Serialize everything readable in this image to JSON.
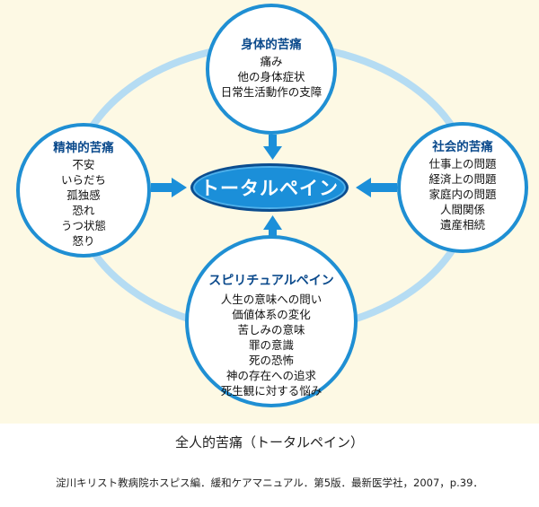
{
  "diagram": {
    "center": "トータルペイン",
    "nodes": {
      "physical": {
        "title": "身体的苦痛",
        "items": [
          "痛み",
          "他の身体症状",
          "日常生活動作の支障"
        ]
      },
      "mental": {
        "title": "精神的苦痛",
        "items": [
          "不安",
          "いらだち",
          "孤独感",
          "恐れ",
          "うつ状態",
          "怒り"
        ]
      },
      "social": {
        "title": "社会的苦痛",
        "items": [
          "仕事上の問題",
          "経済上の問題",
          "家庭内の問題",
          "人間関係",
          "遺産相続"
        ]
      },
      "spiritual": {
        "title": "スピリチュアルペイン",
        "items": [
          "人生の意味への問い",
          "価値体系の変化",
          "苦しみの意味",
          "罪の意識",
          "死の恐怖",
          "神の存在への追求",
          "死生観に対する悩み"
        ]
      }
    },
    "colors": {
      "ring": "#b5dcf3",
      "node_border": "#1f8fd3",
      "arrow": "#1b8fd9",
      "center_fill": "#1b8fd9",
      "title_text": "#0b4a8c",
      "background": "#fdf9e4"
    }
  },
  "caption": "全人的苦痛（トータルペイン）",
  "source": "淀川キリスト教病院ホスピス編．緩和ケアマニュアル．第5版．最新医学社，2007，p.39．"
}
